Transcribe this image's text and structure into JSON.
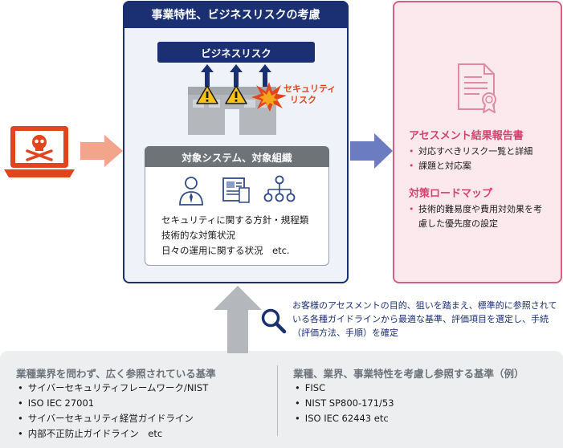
{
  "main": {
    "header": "事業特性、ビジネスリスクの考慮",
    "business_risk": "ビジネスリスク",
    "security_risk_line1": "セキュリティ",
    "security_risk_line2": "リスク",
    "target": {
      "header": "対象システム、対象組織",
      "lines": [
        "セキュリティに関する方針・規程類",
        "技術的な対策状況",
        "日々の運用に関する状況　etc."
      ]
    }
  },
  "report": {
    "section1": {
      "title": "アセスメント結果報告書",
      "items": [
        "対応すべきリスク一覧と詳細",
        "課題と対応案"
      ]
    },
    "section2": {
      "title": "対策ロードマップ",
      "items": [
        "技術的難易度や費用対効果を考慮した優先度の設定"
      ]
    }
  },
  "note": "お客様のアセスメントの目的、狙いを踏まえ、標準的に参照されている各種ガイドラインから最適な基準、評価項目を選定し、手続（評価方法、手順）を確定",
  "bottom": {
    "left": {
      "title": "業種業界を問わず、広く参照されている基準",
      "items": [
        "サイバーセキュリティフレームワーク/NIST",
        "ISO IEC 27001",
        "サイバーセキュリティ経営ガイドライン",
        "内部不正防止ガイドライン　etc"
      ]
    },
    "right": {
      "title": "業種、業界、事業特性を考慮し参照する基準（例）",
      "items": [
        "FISC",
        "NIST SP800-171/53",
        "ISO IEC 62443 etc"
      ]
    }
  },
  "colors": {
    "navy": "#1b2f73",
    "alert_orange": "#e2451e",
    "pink": "#d3436f",
    "arrow_blue": "#6c7cc0",
    "gray": "#b4b8bc"
  },
  "icons": [
    "laptop-skull-icon",
    "warning-icon",
    "explosion-icon",
    "building-icon",
    "person-icon",
    "document-icon",
    "org-chart-icon",
    "certificate-icon",
    "magnifier-icon"
  ]
}
